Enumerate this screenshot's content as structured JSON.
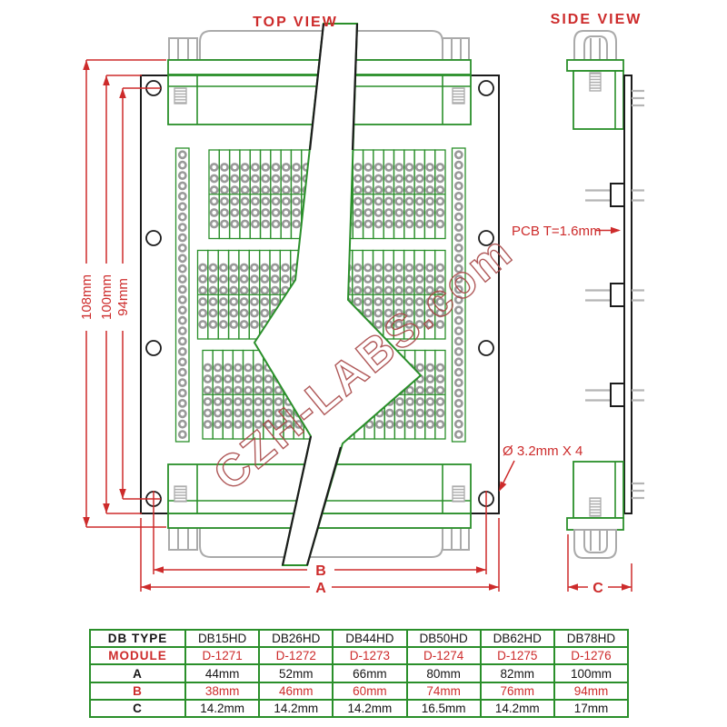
{
  "titles": {
    "top_view": "TOP VIEW",
    "side_view": "SIDE VIEW"
  },
  "annotations": {
    "pcb_thickness": "PCB T=1.6mm",
    "hole_note": "Ø 3.2mm X 4",
    "watermark": "CZH-LABS.com"
  },
  "dimensions": {
    "d108": "108mm",
    "d100": "100mm",
    "d94": "94mm",
    "a": "A",
    "b": "B",
    "c": "C"
  },
  "colors": {
    "green": "#2a8f2a",
    "red": "#cd2b2b",
    "gray": "#aaaaaa",
    "pad_gray": "#999999",
    "black": "#1c1c1c",
    "watermark_red": "#a84848"
  },
  "table": {
    "rows": [
      {
        "label": "DB TYPE",
        "color": "black",
        "cells": [
          "DB15HD",
          "DB26HD",
          "DB44HD",
          "DB50HD",
          "DB62HD",
          "DB78HD"
        ]
      },
      {
        "label": "MODULE",
        "color": "red",
        "cells": [
          "D-1271",
          "D-1272",
          "D-1273",
          "D-1274",
          "D-1275",
          "D-1276"
        ]
      },
      {
        "label": "A",
        "color": "black",
        "cells": [
          "44mm",
          "52mm",
          "66mm",
          "80mm",
          "82mm",
          "100mm"
        ]
      },
      {
        "label": "B",
        "color": "red",
        "cells": [
          "38mm",
          "46mm",
          "60mm",
          "74mm",
          "76mm",
          "94mm"
        ]
      },
      {
        "label": "C",
        "color": "black",
        "cells": [
          "14.2mm",
          "14.2mm",
          "14.2mm",
          "16.5mm",
          "14.2mm",
          "17mm"
        ]
      }
    ]
  }
}
